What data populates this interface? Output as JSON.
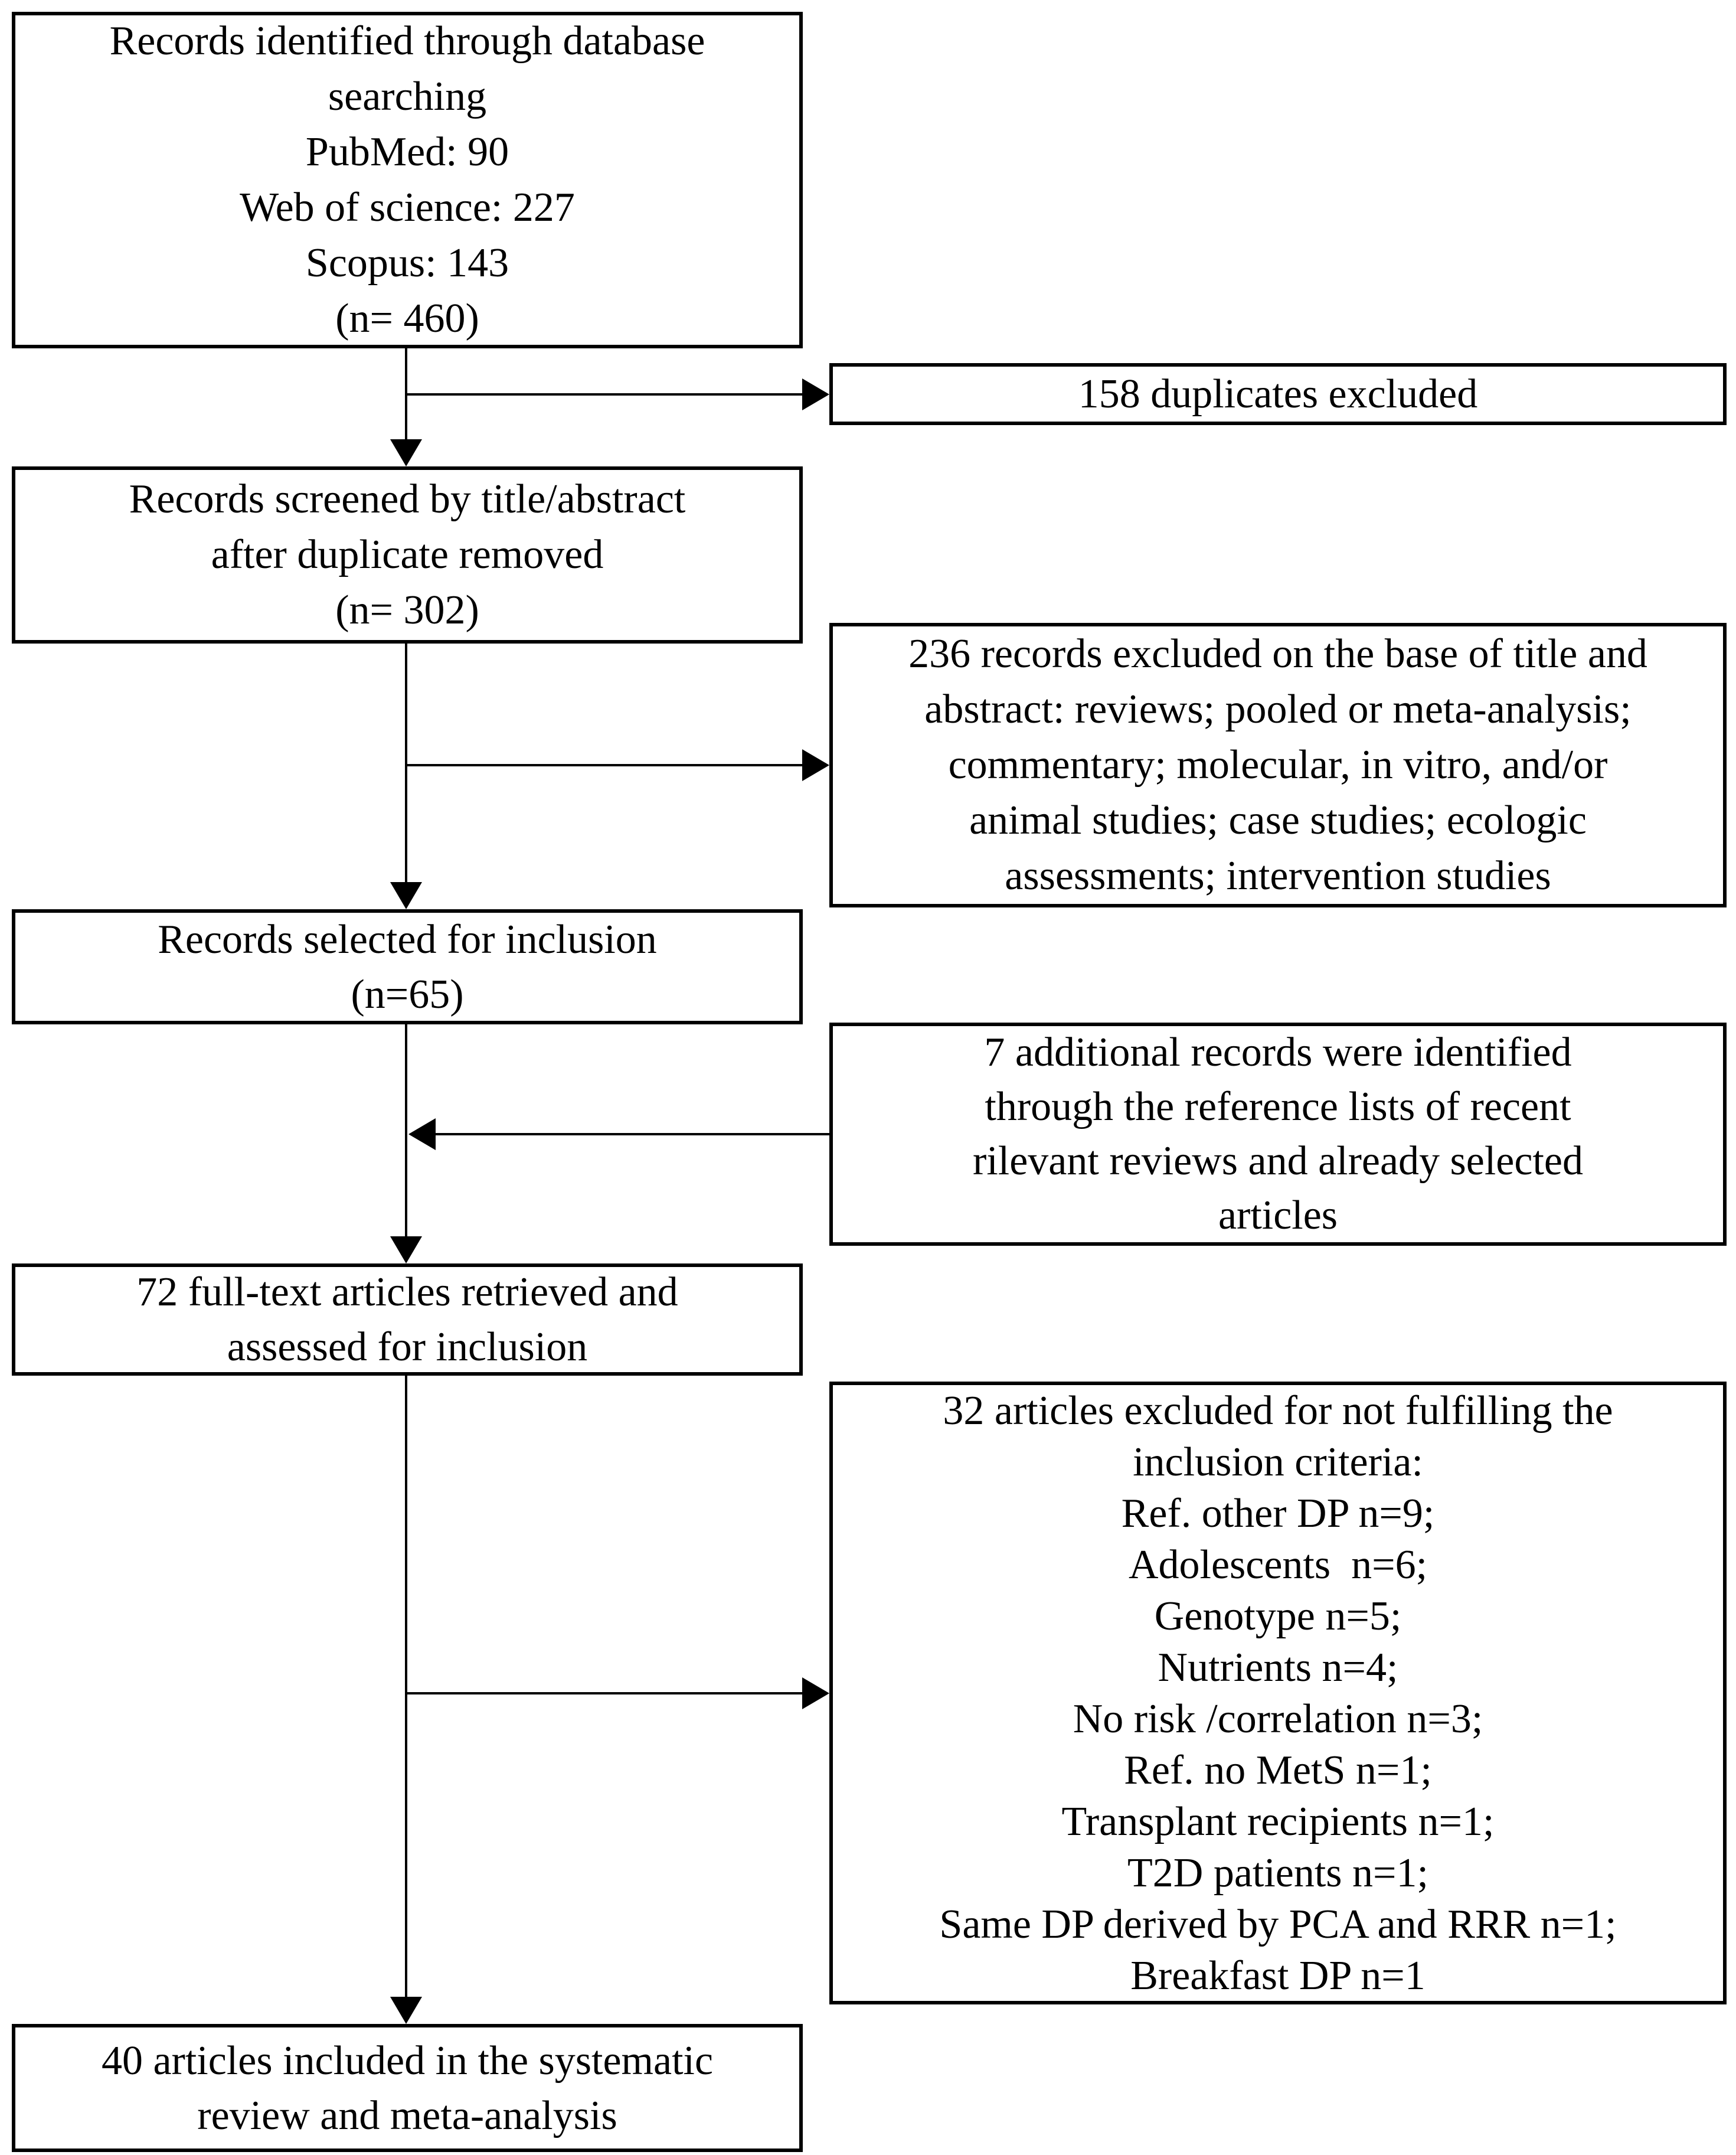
{
  "diagram": {
    "type": "flowchart",
    "subject": "PRISMA systematic review article selection flow",
    "colors": {
      "background": "#ffffff",
      "box_border": "#000000",
      "text": "#000000",
      "arrow": "#000000"
    },
    "main": [
      {
        "id": "records-identified",
        "lines": [
          "Records identified through database",
          "searching",
          "PubMed: 90",
          "Web of science: 227",
          "Scopus: 143",
          "(n= 460)"
        ]
      },
      {
        "id": "records-screened",
        "lines": [
          "Records screened by title/abstract",
          "after duplicate removed",
          "(n= 302)"
        ]
      },
      {
        "id": "records-selected",
        "lines": [
          "Records selected for inclusion",
          "(n=65)"
        ]
      },
      {
        "id": "fulltext-assessed",
        "lines": [
          "72 full-text articles retrieved and",
          "assessed for inclusion"
        ]
      },
      {
        "id": "articles-included",
        "lines": [
          "40 articles included in the systematic",
          "review and meta-analysis"
        ]
      }
    ],
    "side": [
      {
        "id": "duplicates-excluded",
        "lines": [
          "158 duplicates excluded"
        ]
      },
      {
        "id": "excluded-title-abstract",
        "lines": [
          "236 records excluded on the base of title and",
          "abstract: reviews; pooled or meta-analysis;",
          "commentary; molecular, in vitro, and/or",
          "animal studies; case studies; ecologic",
          "assessments; intervention studies"
        ]
      },
      {
        "id": "additional-records",
        "lines": [
          "7 additional records were identified",
          "through the reference lists of recent",
          "rilevant reviews and already selected",
          "articles"
        ]
      },
      {
        "id": "excluded-fulltext",
        "lines": [
          "32 articles excluded for not fulfilling the",
          "inclusion criteria:",
          "Ref. other DP n=9;",
          "Adolescents  n=6;",
          "Genotype n=5;",
          "Nutrients n=4;",
          "No risk /correlation n=3;",
          "Ref. no MetS n=1;",
          "Transplant recipients n=1;",
          "T2D patients n=1;",
          "Same DP derived by PCA and RRR n=1;",
          "Breakfast DP n=1"
        ]
      }
    ],
    "connections": [
      {
        "from": "records-identified",
        "to": "records-screened",
        "type": "down-arrow"
      },
      {
        "from": "records-identified",
        "to": "duplicates-excluded",
        "type": "right-arrow"
      },
      {
        "from": "records-screened",
        "to": "records-selected",
        "type": "down-arrow"
      },
      {
        "from": "records-screened",
        "to": "excluded-title-abstract",
        "type": "right-arrow"
      },
      {
        "from": "additional-records",
        "to": "records-selected-flow",
        "type": "left-arrow"
      },
      {
        "from": "records-selected",
        "to": "fulltext-assessed",
        "type": "down-arrow"
      },
      {
        "from": "fulltext-assessed",
        "to": "excluded-fulltext",
        "type": "right-arrow"
      },
      {
        "from": "fulltext-assessed",
        "to": "articles-included",
        "type": "down-arrow"
      }
    ]
  }
}
